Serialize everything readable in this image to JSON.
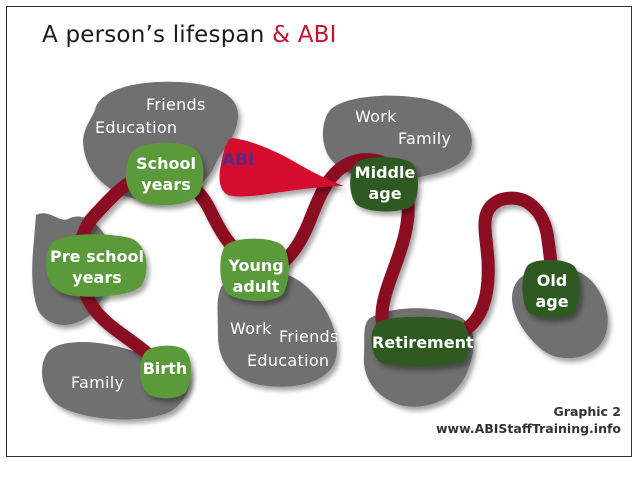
{
  "title": {
    "main": "A person’s lifespan",
    "accent": "& ABI"
  },
  "abi_label": "ABI",
  "stages": {
    "birth": "Birth",
    "pre_school": [
      "Pre school",
      "years"
    ],
    "school": [
      "School",
      "years"
    ],
    "young_adult": [
      "Young",
      "adult"
    ],
    "middle_age": [
      "Middle",
      "age"
    ],
    "retirement": "Retirement",
    "old_age": [
      "Old",
      "age"
    ]
  },
  "context_labels": {
    "school_area": [
      "Friends",
      "Education"
    ],
    "middle_area": [
      "Work",
      "Family"
    ],
    "young_area": [
      "Work",
      "Friends",
      "Education"
    ],
    "birth_area": [
      "Family"
    ]
  },
  "footer": {
    "graphic": "Graphic 2",
    "website": "www.ABIStaffTraining.info"
  },
  "colors": {
    "path": "#8b0a23",
    "blob_gray": "#6e6e6e",
    "stage_green_light": "#5a9a3a",
    "stage_green_dark": "#2f5a24",
    "abi_red": "#d4102e",
    "accent": "#c6102e"
  }
}
